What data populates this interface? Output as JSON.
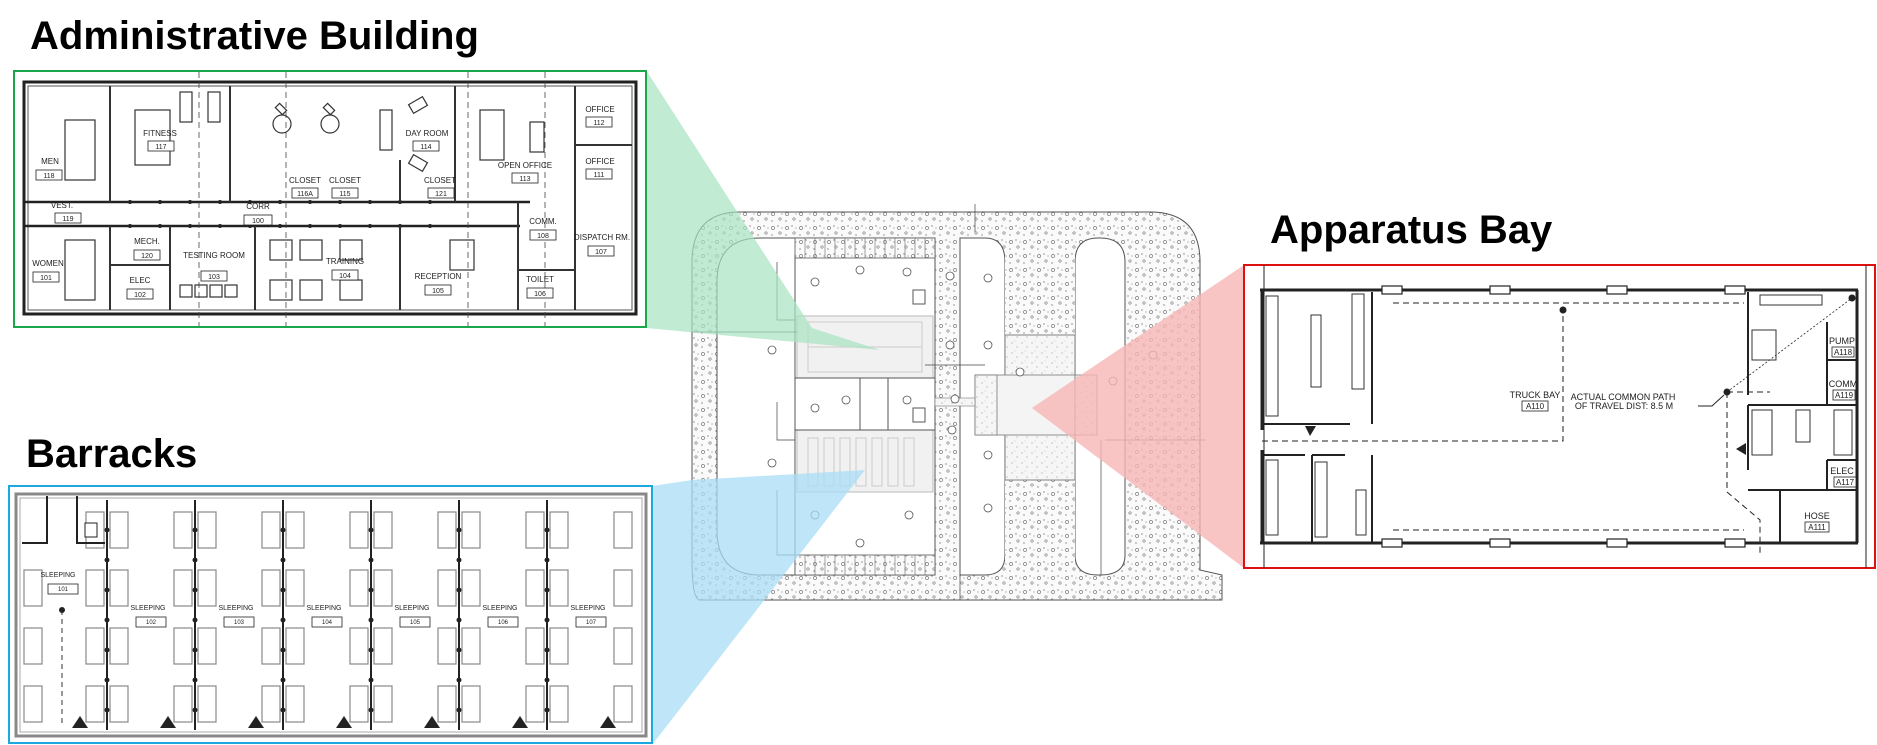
{
  "titles": {
    "admin": "Administrative Building",
    "barracks": "Barracks",
    "apparatus": "Apparatus Bay"
  },
  "colors": {
    "admin_frame": "#1aa64a",
    "admin_cone": "#a8e2c0",
    "barracks_frame": "#1ea8e0",
    "barracks_cone": "#a9def5",
    "apparatus_frame": "#e01010",
    "apparatus_cone": "#f7b5b5"
  },
  "admin": {
    "rooms": [
      {
        "name": "FITNESS",
        "num": "117"
      },
      {
        "name": "MEN",
        "num": "118"
      },
      {
        "name": "VEST.",
        "num": "119"
      },
      {
        "name": "CORR",
        "num": "100"
      },
      {
        "name": "CLOSET",
        "num": "116A"
      },
      {
        "name": "CLOSET",
        "num": "115"
      },
      {
        "name": "DAY ROOM",
        "num": "114"
      },
      {
        "name": "CLOSET",
        "num": "121"
      },
      {
        "name": "OPEN OFFICE",
        "num": "113"
      },
      {
        "name": "OFFICE",
        "num": "112"
      },
      {
        "name": "OFFICE",
        "num": "111"
      },
      {
        "name": "WOMEN",
        "num": "101"
      },
      {
        "name": "MECH.",
        "num": "120"
      },
      {
        "name": "ELEC",
        "num": "102"
      },
      {
        "name": "TESTING ROOM",
        "num": "103"
      },
      {
        "name": "TRAINING",
        "num": "104"
      },
      {
        "name": "RECEPTION",
        "num": "105"
      },
      {
        "name": "COMM.",
        "num": "108"
      },
      {
        "name": "TOILET",
        "num": "106"
      },
      {
        "name": "DISPATCH RM.",
        "num": "107"
      }
    ]
  },
  "barracks": {
    "rooms": [
      {
        "name": "SLEEPING",
        "num": "101"
      },
      {
        "name": "SLEEPING",
        "num": "102"
      },
      {
        "name": "SLEEPING",
        "num": "103"
      },
      {
        "name": "SLEEPING",
        "num": "104"
      },
      {
        "name": "SLEEPING",
        "num": "105"
      },
      {
        "name": "SLEEPING",
        "num": "106"
      },
      {
        "name": "SLEEPING",
        "num": "107"
      }
    ]
  },
  "apparatus": {
    "rooms": [
      {
        "name": "TRUCK BAY",
        "num": "A110"
      },
      {
        "name": "PUMP",
        "num": "A118"
      },
      {
        "name": "COMM",
        "num": "A119"
      },
      {
        "name": "ELEC",
        "num": "A117"
      },
      {
        "name": "HOSE",
        "num": "A111"
      }
    ],
    "annotation_line1": "ACTUAL COMMON PATH",
    "annotation_line2": "OF TRAVEL DIST: 8.5 M"
  }
}
